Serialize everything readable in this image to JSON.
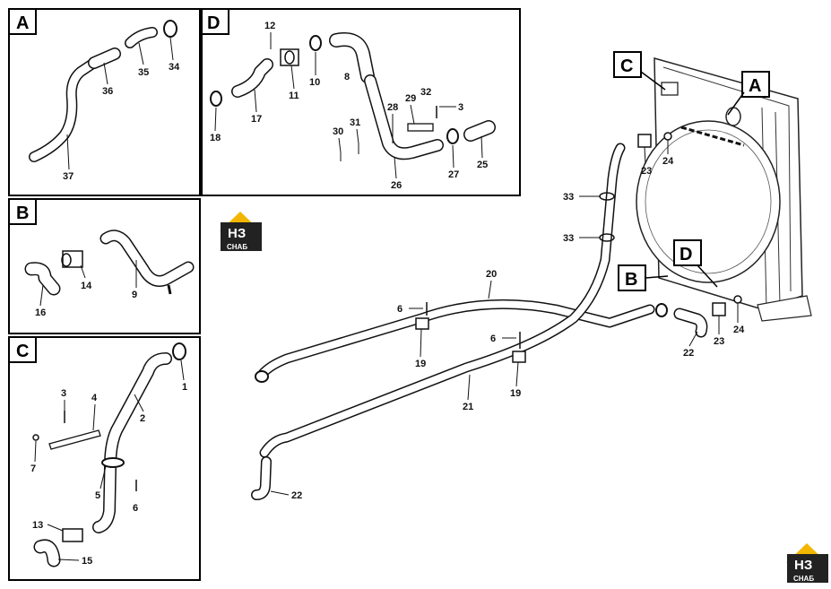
{
  "panels": {
    "A": {
      "letter": "A",
      "parts": [
        "34",
        "35",
        "36",
        "37"
      ]
    },
    "B": {
      "letter": "B",
      "parts": [
        "14",
        "9",
        "16"
      ]
    },
    "C": {
      "letter": "C",
      "parts": [
        "1",
        "2",
        "3",
        "4",
        "5",
        "6",
        "7",
        "13",
        "15"
      ]
    },
    "D": {
      "letter": "D",
      "parts": [
        "12",
        "8",
        "10",
        "11",
        "17",
        "18",
        "29",
        "32",
        "3",
        "28",
        "31",
        "30",
        "27",
        "25",
        "26"
      ]
    }
  },
  "main": {
    "callouts": [
      "C",
      "A",
      "B",
      "D"
    ],
    "parts": [
      "33",
      "33",
      "20",
      "6",
      "6",
      "19",
      "19",
      "21",
      "23",
      "24",
      "23",
      "24",
      "22",
      "22"
    ]
  },
  "logo": {
    "top": "НЗ",
    "bottom": "СНАБ",
    "colors": {
      "house": "#f2b600",
      "box": "#222222",
      "text": "#ffffff"
    }
  }
}
